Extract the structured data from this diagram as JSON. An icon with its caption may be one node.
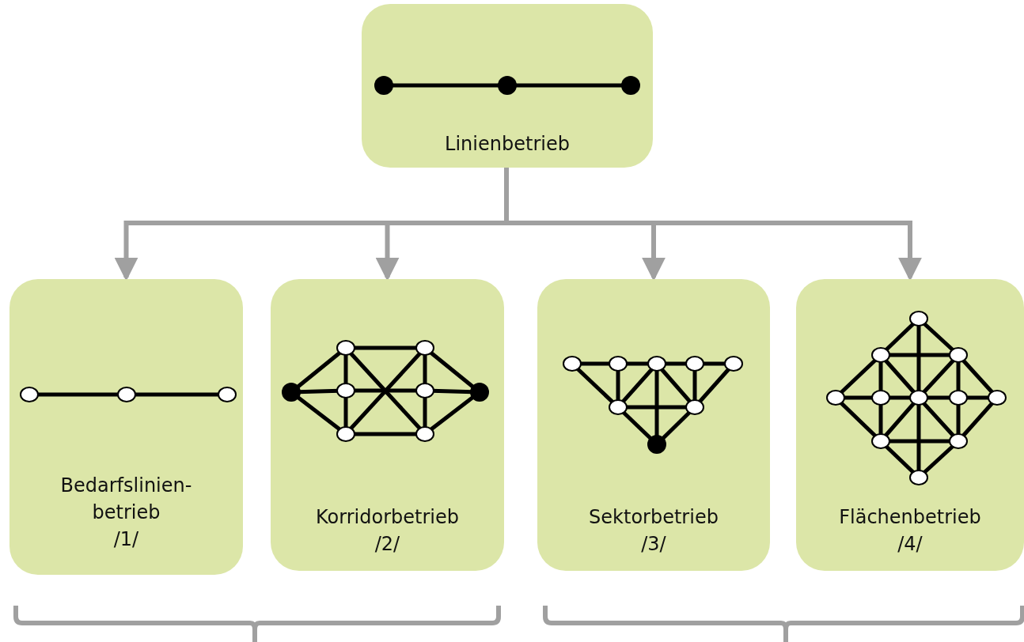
{
  "diagram": {
    "nodes": [
      {
        "text": [
          "Linienbetrieb"
        ]
      },
      {
        "text": [
          "Bedarfslinien-betrieb",
          "/1/"
        ]
      },
      {
        "text": [
          "Korridorbetrieb",
          "/2/"
        ]
      },
      {
        "text": [
          "Sektorbetrieb",
          "/3/"
        ]
      },
      {
        "text": [
          "Flächenbetrieb",
          "/4/"
        ]
      }
    ],
    "edges": [
      {
        "from": 0,
        "to": 1,
        "arrow": "to"
      },
      {
        "from": 0,
        "to": 2,
        "arrow": "to"
      },
      {
        "from": 0,
        "to": 3,
        "arrow": "to"
      },
      {
        "from": 0,
        "to": 4,
        "arrow": "to"
      }
    ]
  }
}
